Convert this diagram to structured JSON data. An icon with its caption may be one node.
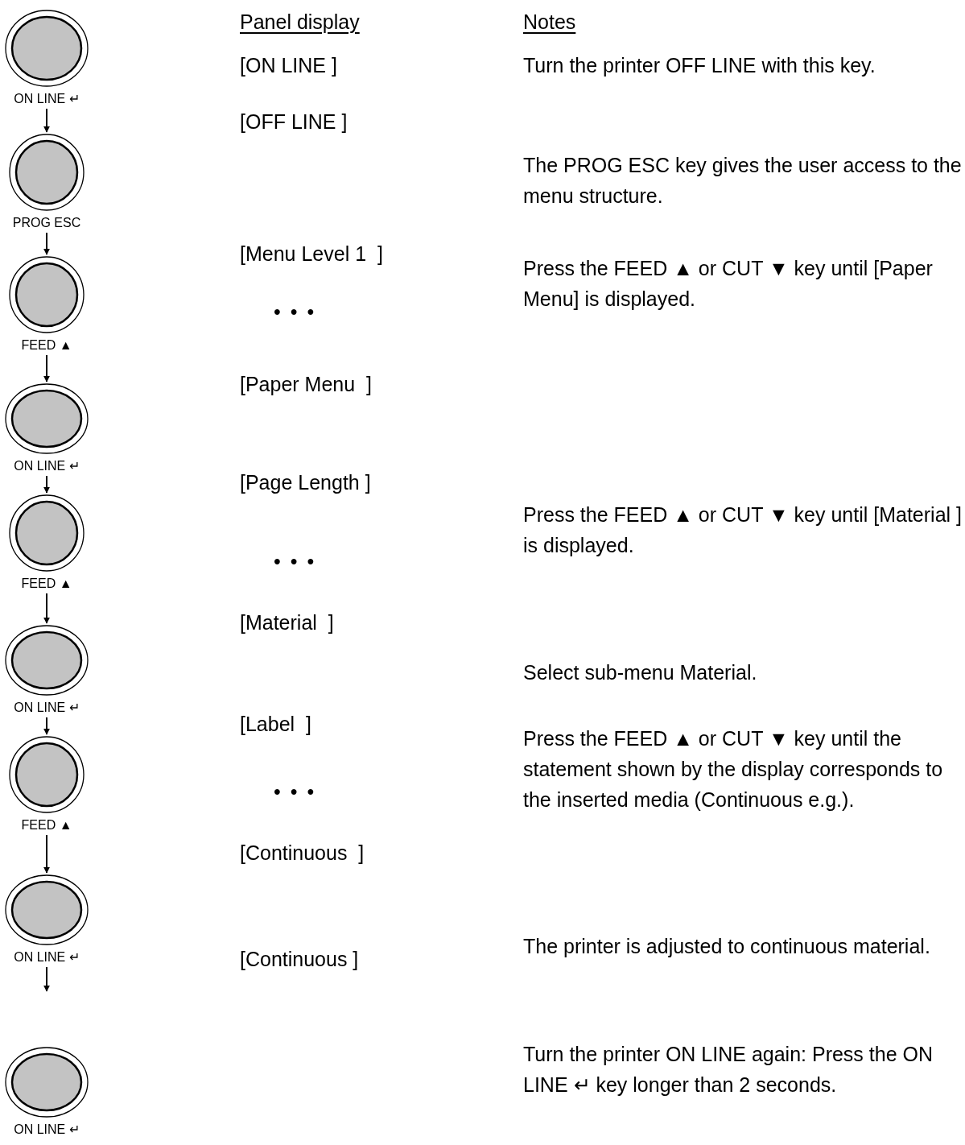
{
  "diagram": {
    "nodes": [
      {
        "text": [
          "ON LINE ↵"
        ]
      },
      {
        "text": [
          "PROG ESC"
        ]
      },
      {
        "text": [
          "FEED ▲"
        ]
      },
      {
        "text": [
          "ON LINE ↵"
        ]
      },
      {
        "text": [
          "FEED ▲"
        ]
      },
      {
        "text": [
          "ON LINE ↵"
        ]
      },
      {
        "text": [
          "FEED ▲"
        ]
      },
      {
        "text": [
          "ON LINE ↵"
        ]
      },
      {
        "text": [
          "ON LINE ↵"
        ]
      }
    ],
    "edges": [
      {
        "from": 0,
        "to": 1,
        "arrow": "to"
      },
      {
        "from": 1,
        "to": 2,
        "arrow": "to"
      },
      {
        "from": 2,
        "to": 3,
        "arrow": "to"
      },
      {
        "from": 3,
        "to": 4,
        "arrow": "to"
      },
      {
        "from": 4,
        "to": 5,
        "arrow": "to"
      },
      {
        "from": 5,
        "to": 6,
        "arrow": "to"
      },
      {
        "from": 6,
        "to": 7,
        "arrow": "to"
      },
      {
        "from": 7,
        "to": null,
        "arrow": "to"
      }
    ],
    "labels": [
      "Panel display",
      "Notes",
      "[ON LINE ]",
      "Turn the printer OFF LINE with this key.",
      "[OFF LINE ]",
      "The PROG ESC key gives the user access to the menu structure.",
      "[Menu Level 1  ]",
      "Press the FEED ▲ or CUT ▼ key until [Paper Menu] is displayed.",
      "• • •",
      "[Paper Menu  ]",
      "[Page Length ]",
      "Press the FEED ▲ or CUT ▼ key until [Material ] is displayed.",
      "• • •",
      "[Material  ]",
      "Select sub-menu Material.",
      "[Label  ]",
      "Press the FEED ▲ or CUT ▼ key until the statement shown by the display corresponds to the inserted media (Continuous e.g.).",
      "• • •",
      "[Continuous  ]",
      "[Continuous ]",
      "The printer is adjusted to continuous material.",
      "Turn the printer ON LINE again: Press the ON LINE ↵  key longer than 2  seconds."
    ]
  }
}
